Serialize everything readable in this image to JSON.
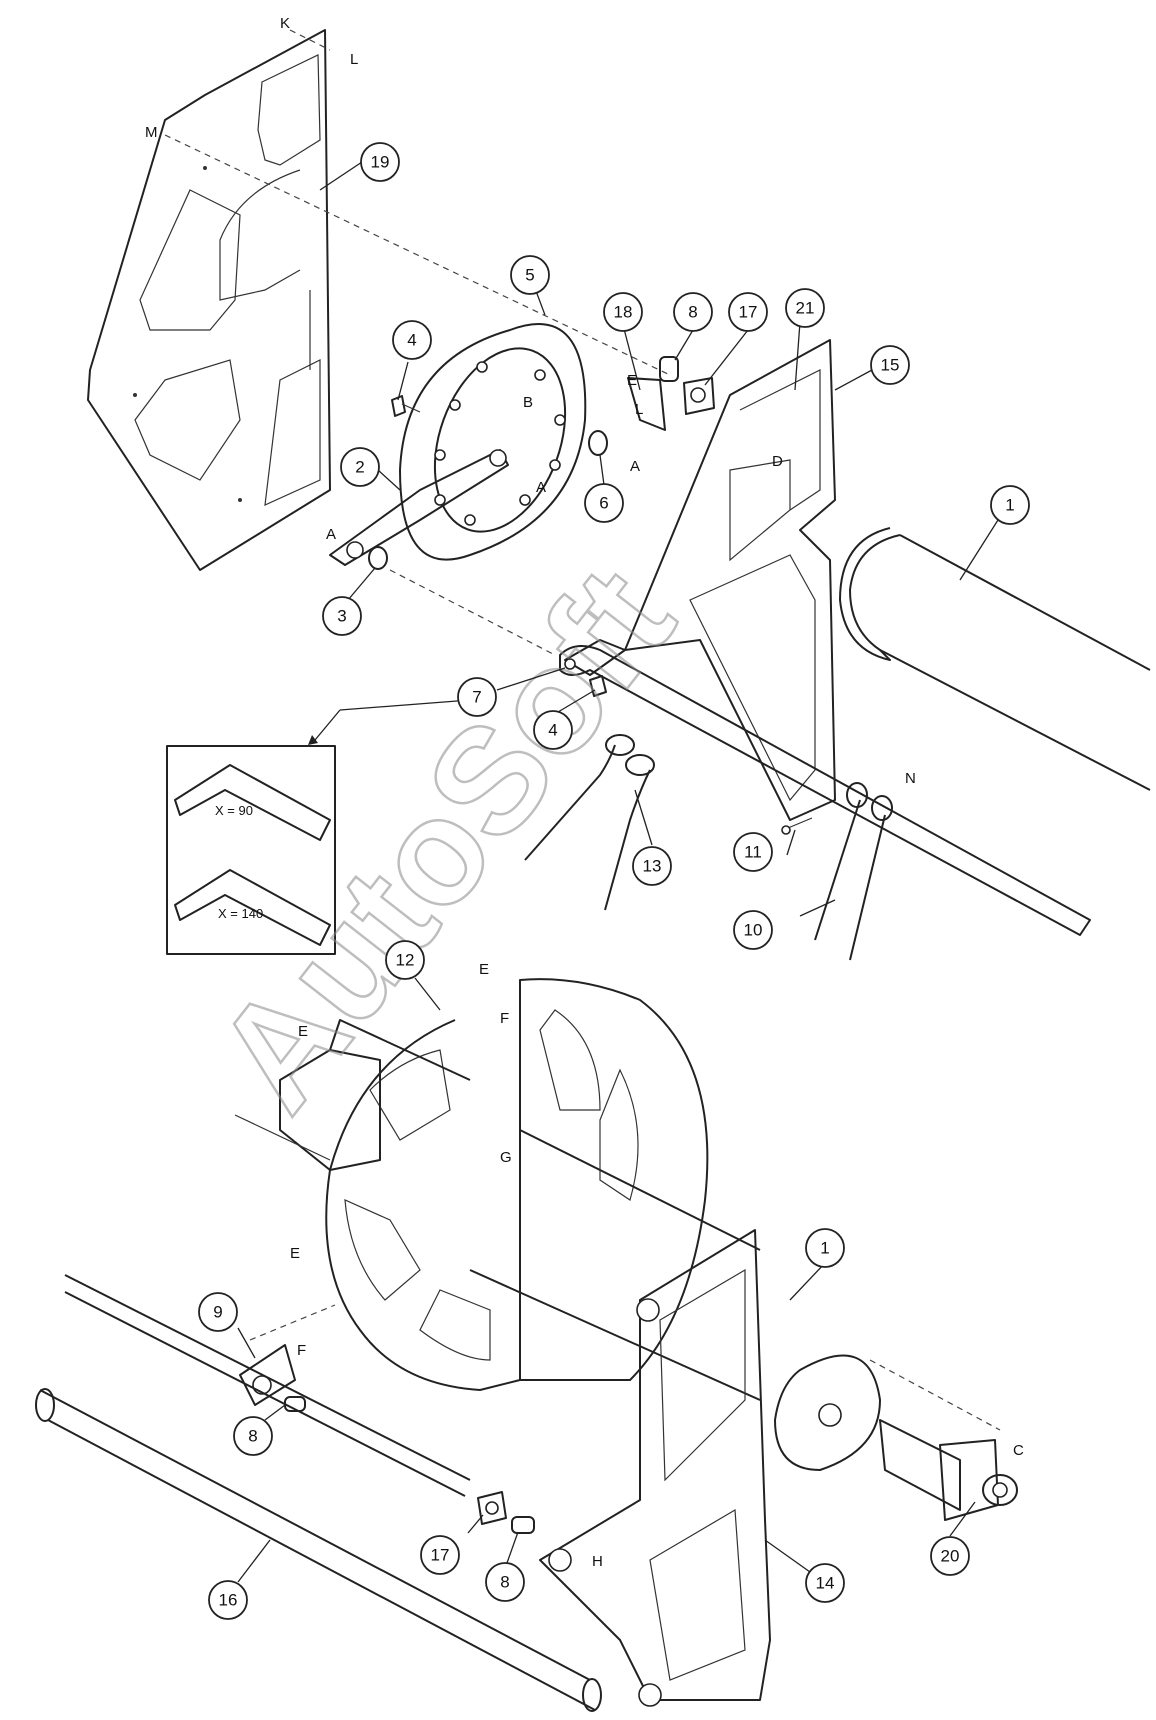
{
  "watermark": "AutoSoft",
  "callouts": [
    {
      "id": "c19",
      "label": "19"
    },
    {
      "id": "c5",
      "label": "5"
    },
    {
      "id": "c18",
      "label": "18"
    },
    {
      "id": "c8a",
      "label": "8"
    },
    {
      "id": "c17a",
      "label": "17"
    },
    {
      "id": "c21",
      "label": "21"
    },
    {
      "id": "c15",
      "label": "15"
    },
    {
      "id": "c4a",
      "label": "4"
    },
    {
      "id": "c2",
      "label": "2"
    },
    {
      "id": "c6",
      "label": "6"
    },
    {
      "id": "c1a",
      "label": "1"
    },
    {
      "id": "c3",
      "label": "3"
    },
    {
      "id": "c7",
      "label": "7"
    },
    {
      "id": "c4b",
      "label": "4"
    },
    {
      "id": "c11",
      "label": "11"
    },
    {
      "id": "c13",
      "label": "13"
    },
    {
      "id": "c10",
      "label": "10"
    },
    {
      "id": "c12",
      "label": "12"
    },
    {
      "id": "c1b",
      "label": "1"
    },
    {
      "id": "c9",
      "label": "9"
    },
    {
      "id": "c8b",
      "label": "8"
    },
    {
      "id": "c20",
      "label": "20"
    },
    {
      "id": "c17b",
      "label": "17"
    },
    {
      "id": "c8c",
      "label": "8"
    },
    {
      "id": "c14",
      "label": "14"
    },
    {
      "id": "c16",
      "label": "16"
    }
  ],
  "letters": [
    {
      "id": "K",
      "label": "K"
    },
    {
      "id": "L1",
      "label": "L"
    },
    {
      "id": "M",
      "label": "M"
    },
    {
      "id": "B",
      "label": "B"
    },
    {
      "id": "E1",
      "label": "E"
    },
    {
      "id": "L2",
      "label": "L"
    },
    {
      "id": "A1",
      "label": "A"
    },
    {
      "id": "A2",
      "label": "A"
    },
    {
      "id": "A3",
      "label": "A"
    },
    {
      "id": "D",
      "label": "D"
    },
    {
      "id": "N",
      "label": "N"
    },
    {
      "id": "E2",
      "label": "E"
    },
    {
      "id": "F1",
      "label": "F"
    },
    {
      "id": "E3",
      "label": "E"
    },
    {
      "id": "G",
      "label": "G"
    },
    {
      "id": "E4",
      "label": "E"
    },
    {
      "id": "F2",
      "label": "F"
    },
    {
      "id": "C",
      "label": "C"
    },
    {
      "id": "H",
      "label": "H"
    }
  ],
  "inset": {
    "dim1": "X = 90",
    "dim2": "X = 140"
  }
}
